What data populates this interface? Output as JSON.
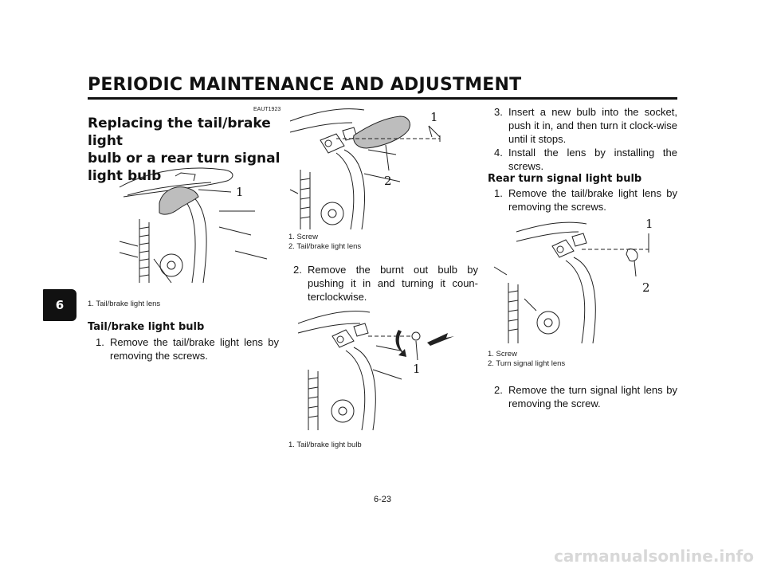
{
  "header": {
    "title": "PERIODIC MAINTENANCE AND ADJUSTMENT",
    "chapter": "6"
  },
  "col1": {
    "code": "EAUT1923",
    "title_lines": [
      "Replacing the tail/brake light",
      "bulb or a rear turn signal",
      "light bulb"
    ],
    "fig1_callout": "1",
    "fig1_caption": "1. Tail/brake light lens",
    "subhead": "Tail/brake light bulb",
    "step1_num": "1.",
    "step1_text": "Remove the tail/brake light lens by removing the screws."
  },
  "col2": {
    "fig2_callouts": [
      "1",
      "2"
    ],
    "fig2_caption_1": "1. Screw",
    "fig2_caption_2": "2. Tail/brake light lens",
    "step2_num": "2.",
    "step2_text": "Remove the burnt out bulb by pushing it in and turning it coun-terclockwise.",
    "fig3_callout": "1",
    "fig3_caption": "1. Tail/brake light bulb"
  },
  "col3": {
    "step3_num": "3.",
    "step3_text": "Insert a new bulb into the socket, push it in, and then turn it clock-wise until it stops.",
    "step4_num": "4.",
    "step4_text": "Install the lens by installing the screws.",
    "subhead": "Rear turn signal light bulb",
    "rs_step1_num": "1.",
    "rs_step1_text": "Remove the tail/brake light lens by removing the screws.",
    "fig4_callouts": [
      "1",
      "2"
    ],
    "fig4_caption_1": "1. Screw",
    "fig4_caption_2": "2. Turn signal light lens",
    "rs_step2_num": "2.",
    "rs_step2_text": "Remove the turn signal light lens by removing the screw."
  },
  "footer": {
    "page": "6-23",
    "watermark": "carmanualsonline.info"
  }
}
